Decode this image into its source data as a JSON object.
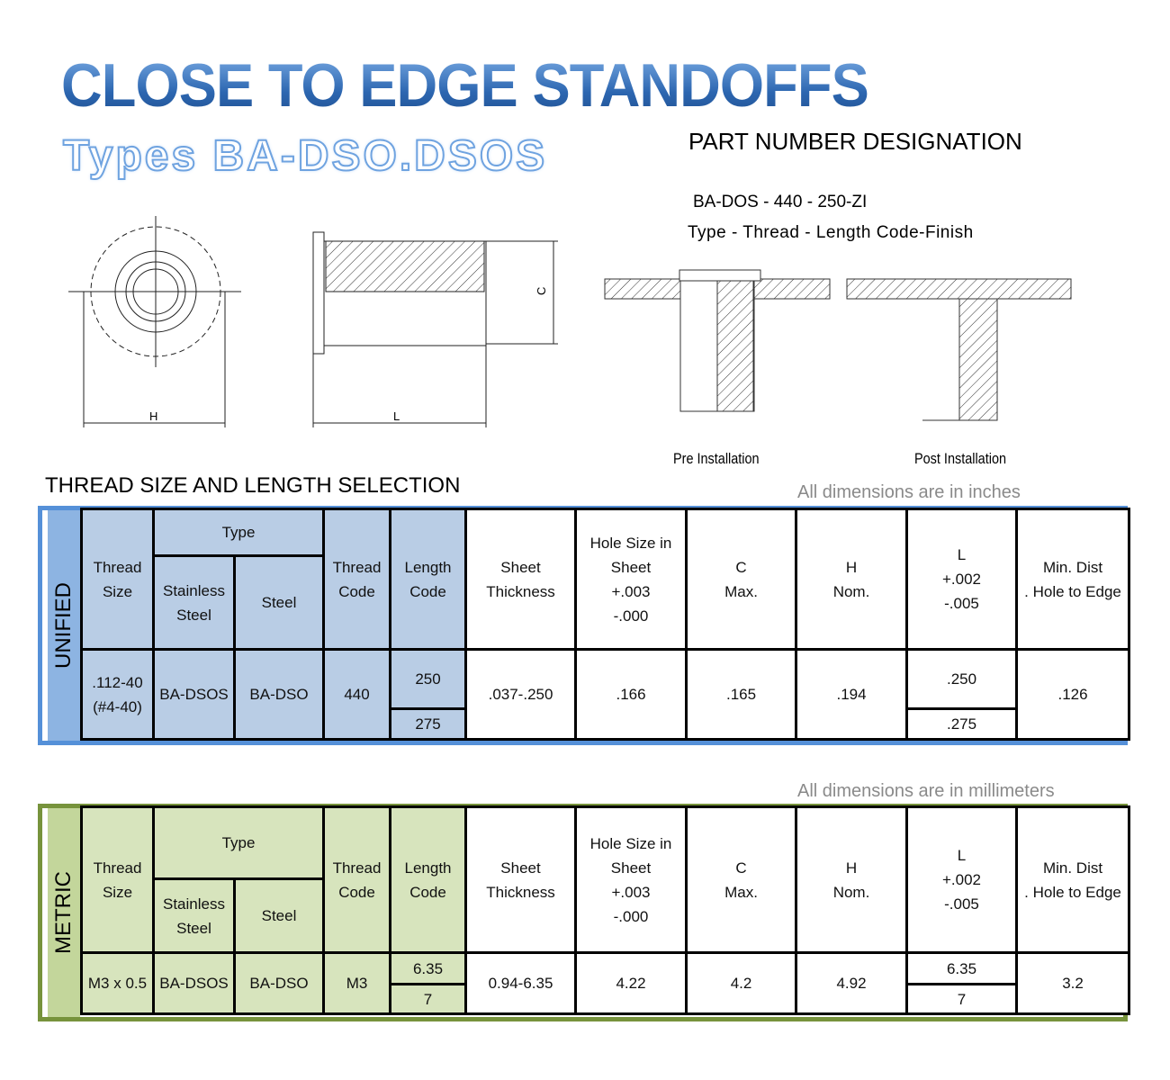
{
  "title": "CLOSE TO EDGE STANDOFFS",
  "subtitle": "Types BA-DSO.DSOS",
  "part_number": {
    "heading": "PART NUMBER DESIGNATION",
    "example": "BA-DOS - 440 - 250-ZI",
    "legend": "Type - Thread - Length Code-Finish"
  },
  "drawings": {
    "dim_h": "H",
    "dim_l": "L",
    "dim_c": "C",
    "pre": "Pre Installation",
    "post": "Post Installation"
  },
  "section_title": "THREAD SIZE AND LENGTH SELECTION",
  "headers": {
    "thread_size": [
      "Thread",
      "Size"
    ],
    "type": "Type",
    "stainless": [
      "Stainless",
      "Steel"
    ],
    "steel": "Steel",
    "thread_code": [
      "Thread",
      "Code"
    ],
    "length_code": [
      "Length",
      "Code"
    ],
    "sheet": [
      "Sheet",
      "Thickness"
    ],
    "hole": [
      "Hole Size in",
      "Sheet",
      "+.003",
      "-.000"
    ],
    "c": [
      "C",
      "Max."
    ],
    "h": [
      "H",
      "Nom."
    ],
    "l": [
      "L",
      "+.002",
      "-.005"
    ],
    "min": [
      "Min. Dist",
      ". Hole to Edge"
    ]
  },
  "unified": {
    "label": "UNIFIED",
    "note": "All dimensions are in inches",
    "thread_size": [
      ".112-40",
      "(#4-40)"
    ],
    "stainless": "BA-DSOS",
    "steel": "BA-DSO",
    "thread_code": "440",
    "length_codes": [
      "250",
      "275"
    ],
    "sheet": ".037-.250",
    "hole": ".166",
    "c": ".165",
    "h": ".194",
    "l": [
      ".250",
      ".275"
    ],
    "min": ".126"
  },
  "metric": {
    "label": "METRIC",
    "note": "All dimensions are in millimeters",
    "thread_size": "M3 x 0.5",
    "stainless": "BA-DSOS",
    "steel": "BA-DSO",
    "thread_code": "M3",
    "length_codes": [
      "6.35",
      "7"
    ],
    "sheet": "0.94-6.35",
    "hole": "4.22",
    "c": "4.2",
    "h": "4.92",
    "l": [
      "6.35",
      "7"
    ],
    "min": "3.2"
  }
}
